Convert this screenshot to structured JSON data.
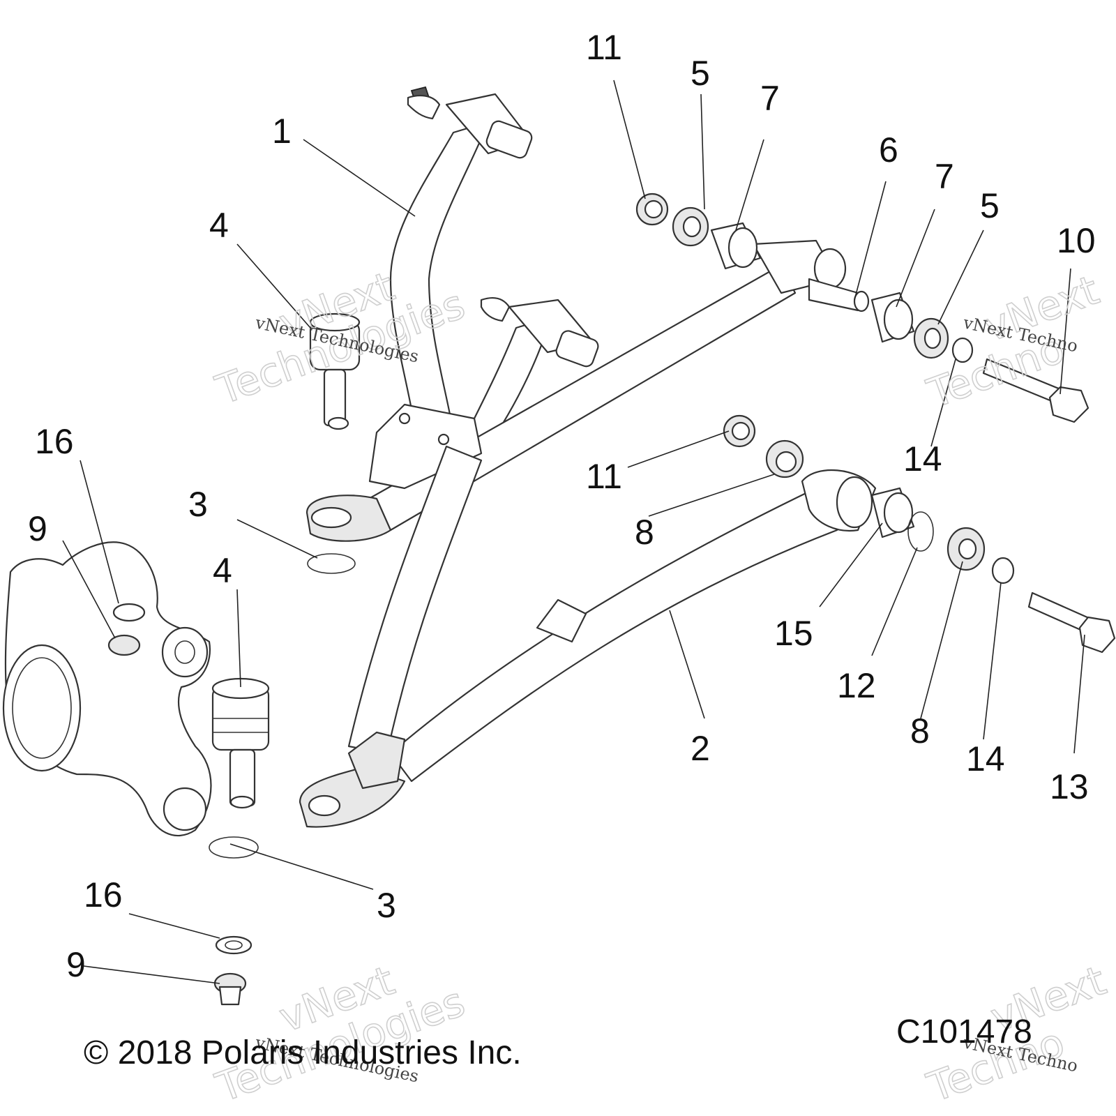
{
  "callouts": [
    "1",
    "2",
    "3",
    "3",
    "4",
    "4",
    "5",
    "5",
    "6",
    "7",
    "7",
    "8",
    "8",
    "9",
    "9",
    "10",
    "11",
    "11",
    "12",
    "13",
    "14",
    "14",
    "15",
    "16",
    "16"
  ],
  "copyright": "© 2018 Polaris Industries Inc.",
  "figure_id": "C101478",
  "watermark": {
    "line1": "vNext Technologies",
    "line2": "vNext",
    "line3": "Technologies",
    "line4": "vNext Techno",
    "line5": "Techno"
  }
}
